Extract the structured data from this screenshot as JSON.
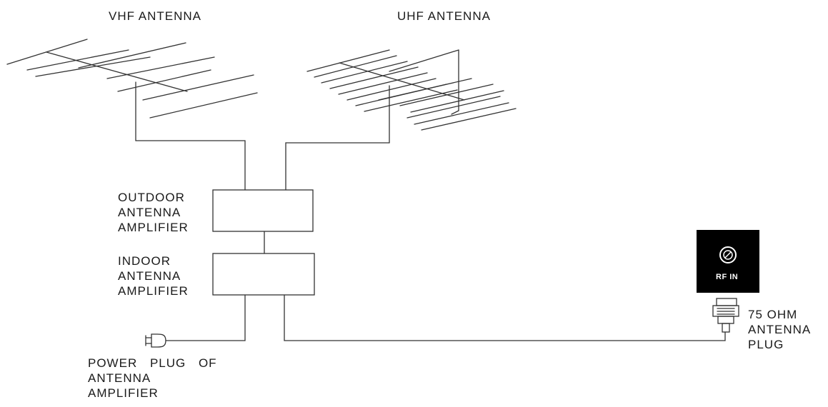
{
  "colors": {
    "line": "#333333",
    "text": "#1a1a1a",
    "rf_panel": "#000000",
    "rf_text": "#ffffff"
  },
  "labels": {
    "vhf_antenna": "VHF ANTENNA",
    "uhf_antenna": "UHF ANTENNA",
    "outdoor_amplifier": [
      "OUTDOOR",
      "ANTENNA",
      "AMPLIFIER"
    ],
    "indoor_amplifier": [
      "INDOOR",
      "ANTENNA",
      "AMPLIFIER"
    ],
    "power_plug": [
      "POWER PLUG OF",
      "ANTENNA",
      "AMPLIFIER"
    ],
    "antenna_plug": [
      "75 OHM",
      "ANTENNA",
      "PLUG"
    ],
    "rf_in": "RF IN"
  },
  "icons": {
    "power_plug": "power-plug-icon",
    "coax_plug": "coax-plug-icon",
    "rf_jack": "rf-jack-icon"
  }
}
